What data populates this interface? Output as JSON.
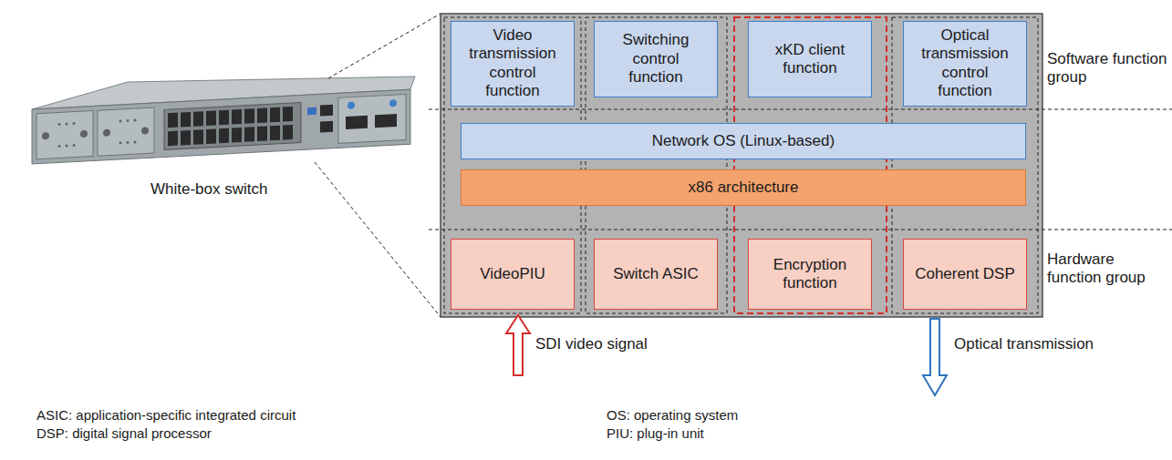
{
  "diagram": {
    "nodes": [
      {
        "text": [
          "Video transmission control function"
        ]
      },
      {
        "text": [
          "Switching control function"
        ]
      },
      {
        "text": [
          "xKD client function"
        ]
      },
      {
        "text": [
          "Optical transmission control function"
        ]
      },
      {
        "text": [
          "Network OS (Linux-based)"
        ]
      },
      {
        "text": [
          "x86 architecture"
        ]
      },
      {
        "text": [
          "VideoPIU"
        ]
      },
      {
        "text": [
          "Switch ASIC"
        ]
      },
      {
        "text": [
          "Encryption function"
        ]
      },
      {
        "text": [
          "Coherent DSP"
        ]
      }
    ],
    "labels": [
      "White-box switch",
      "Software function group",
      "Hardware function group",
      "SDI video signal",
      "Optical transmission",
      "ASIC: application-specific integrated circuit",
      "DSP: digital signal processor",
      "OS: operating system",
      "PIU: plug-in unit"
    ]
  }
}
